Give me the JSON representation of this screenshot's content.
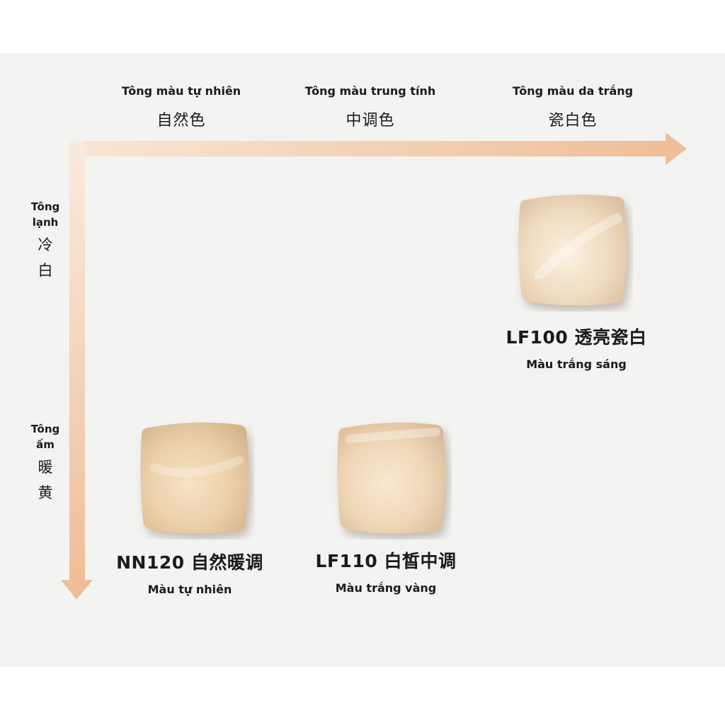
{
  "columns": [
    {
      "vn": "Tông màu tự nhiên",
      "cn": "自然色"
    },
    {
      "vn": "Tông màu trung tính",
      "cn": "中调色"
    },
    {
      "vn": "Tông màu da trắng",
      "cn": "瓷白色"
    }
  ],
  "rows": [
    {
      "vn_line1": "Tông",
      "vn_line2": "lạnh",
      "cn_line1": "冷",
      "cn_line2": "白"
    },
    {
      "vn_line1": "Tông",
      "vn_line2": "ấm",
      "cn_line1": "暖",
      "cn_line2": "黄"
    }
  ],
  "products": [
    {
      "code": "LF100 透亮瓷白",
      "subtitle": "Màu trắng sáng",
      "column": 3,
      "row": 1,
      "color": "#f0dcc1"
    },
    {
      "code": "NN120 自然暖调",
      "subtitle": "Màu tự nhiên",
      "column": 1,
      "row": 2,
      "color": "#ecd0aa"
    },
    {
      "code": "LF110 白皙中调",
      "subtitle": "Màu trắng vàng",
      "column": 2,
      "row": 2,
      "color": "#efd7b6"
    }
  ],
  "colors": {
    "background": "#f3f3f2",
    "arrow_light": "#f8e4d0",
    "arrow_dark": "#efbe98",
    "text": "#1a1a1a"
  }
}
